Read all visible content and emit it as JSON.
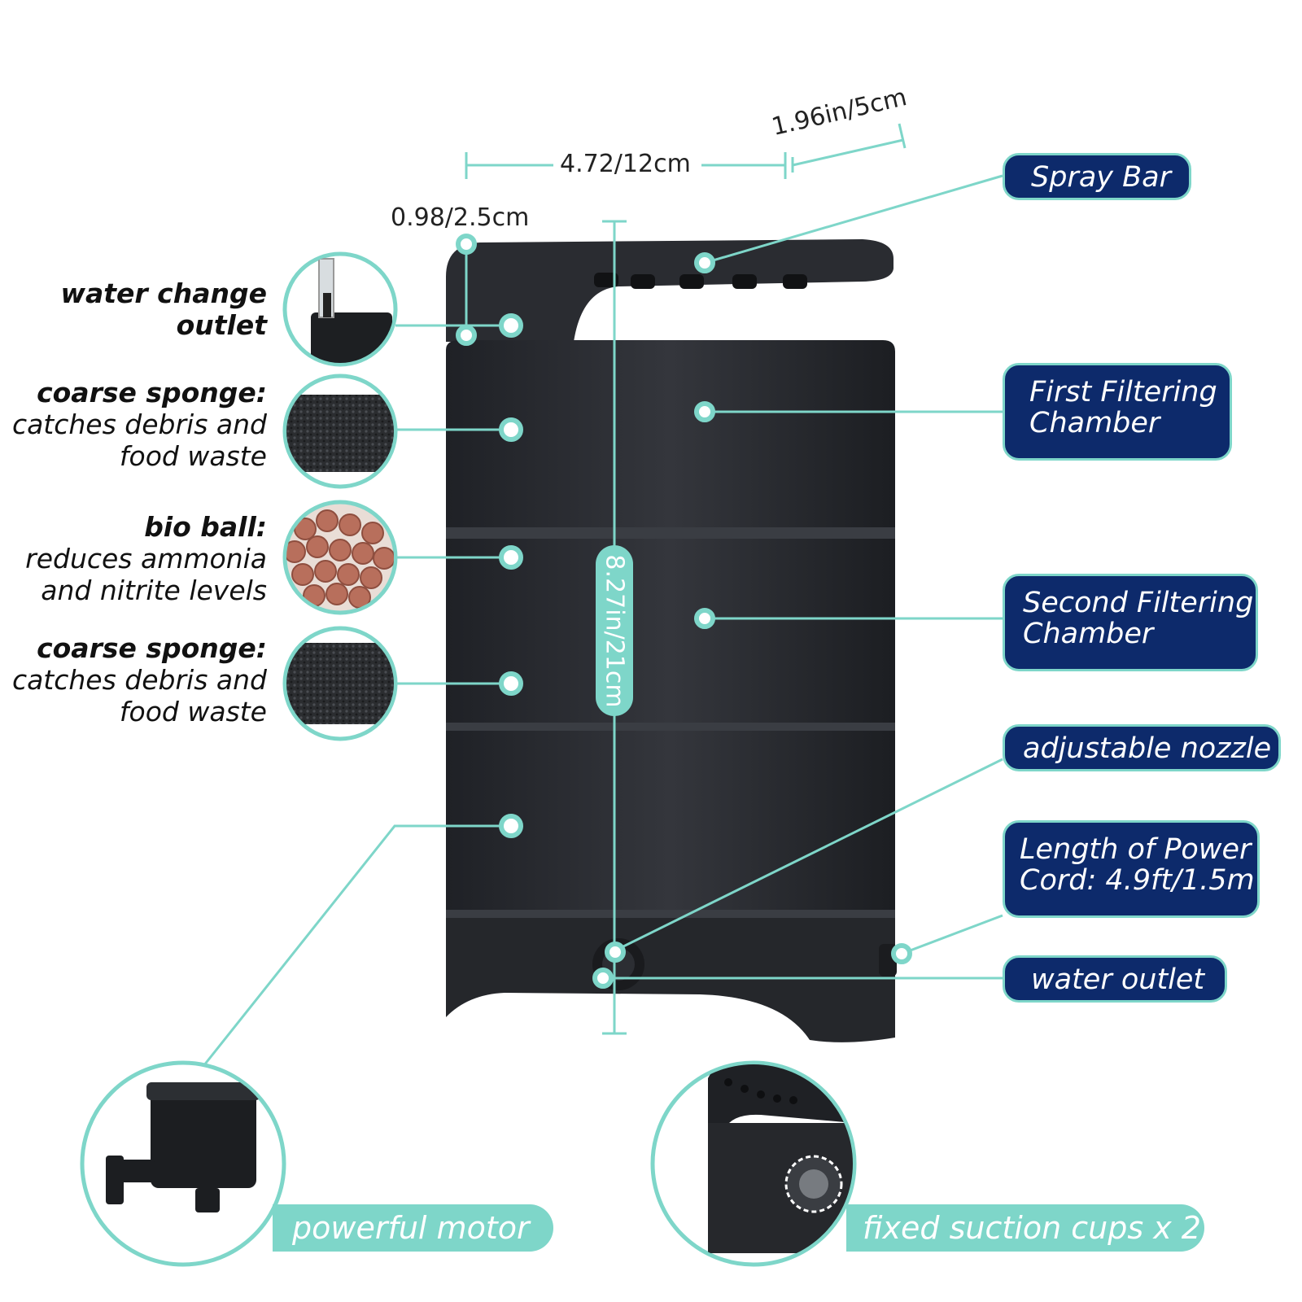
{
  "dimensions": {
    "width": "4.72/12cm",
    "depth": "1.96in/5cm",
    "outlet_offset": "0.98/2.5cm",
    "height": "8.27in/21cm"
  },
  "left_labels": [
    {
      "title": "water change",
      "title2": "outlet"
    },
    {
      "title": "coarse sponge:",
      "line1": "catches debris and",
      "line2": "food waste"
    },
    {
      "title": "bio ball:",
      "line1": "reduces ammonia",
      "line2": "and nitrite levels"
    },
    {
      "title": "coarse sponge:",
      "line1": "catches debris and",
      "line2": "food waste"
    }
  ],
  "right_labels": {
    "spray_bar": "Spray Bar",
    "first_chamber_1": "First Filtering",
    "first_chamber_2": "Chamber",
    "second_chamber_1": "Second Filtering",
    "second_chamber_2": "Chamber",
    "nozzle": "adjustable nozzle",
    "power_cord_1": "Length of Power",
    "power_cord_2": "Cord: 4.9ft/1.5m",
    "water_outlet": "water outlet"
  },
  "bottom_labels": {
    "motor": "powerful motor",
    "suction": "fixed suction cups x 2"
  },
  "colors": {
    "accent": "#7ed6c9",
    "navy": "#0d2a6b",
    "body": "#2a2c31"
  }
}
